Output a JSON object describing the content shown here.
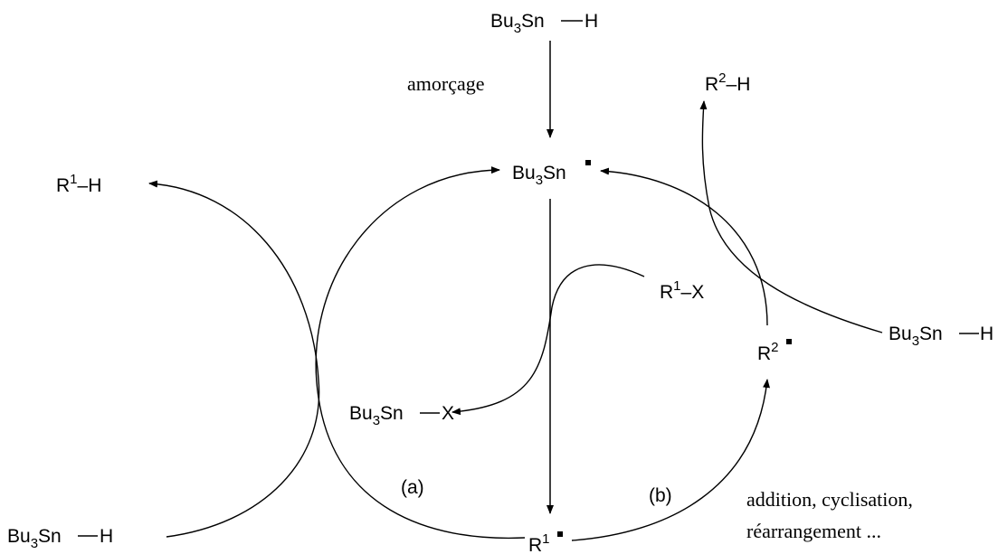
{
  "reagents": {
    "tin_hydride_top": {
      "base": "Bu",
      "sub": "3",
      "rest": "Sn",
      "atom": "H"
    },
    "tin_hydride_right": {
      "base": "Bu",
      "sub": "3",
      "rest": "Sn",
      "atom": "H"
    },
    "tin_hydride_bottom_left": {
      "base": "Bu",
      "sub": "3",
      "rest": "Sn",
      "atom": "H"
    },
    "tin_radical": {
      "base": "Bu",
      "sub": "3",
      "rest": "Sn"
    },
    "tin_halide": {
      "base": "Bu",
      "sub": "3",
      "rest": "Sn",
      "atom": "X"
    }
  },
  "species": {
    "r1h": {
      "base": "R",
      "sup": "1",
      "rest": "–H"
    },
    "r2h": {
      "base": "R",
      "sup": "2",
      "rest": "–H"
    },
    "r1x": {
      "base": "R",
      "sup": "1",
      "rest": "–X"
    },
    "r1_radical": {
      "base": "R",
      "sup": "1"
    },
    "r2_radical": {
      "base": "R",
      "sup": "2"
    }
  },
  "labels": {
    "initiation": "amorçage",
    "path_a": "(a)",
    "path_b": "(b)",
    "transformation_line1": "addition, cyclisation,",
    "transformation_line2": "réarrangement ..."
  },
  "colors": {
    "ink": "#000000",
    "background": "#ffffff"
  }
}
